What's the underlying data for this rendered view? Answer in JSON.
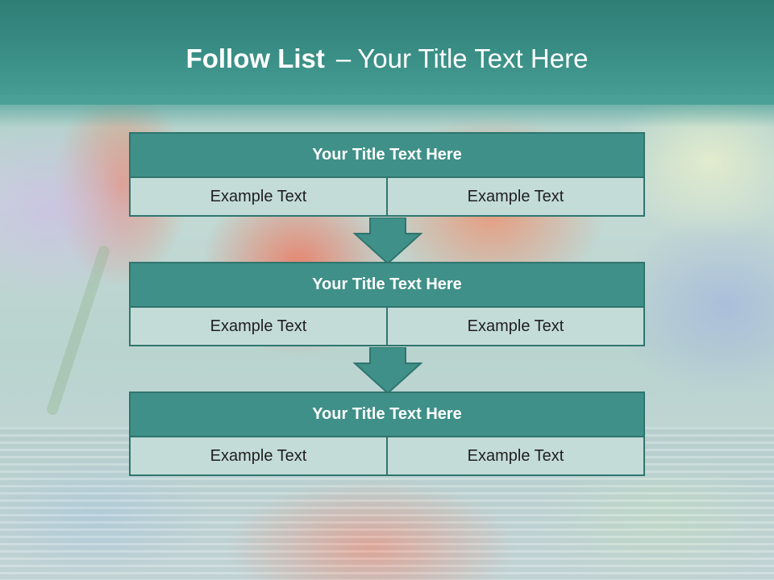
{
  "slide": {
    "title_bold": "Follow List",
    "title_separator": "–",
    "title_rest": "Your Title Text Here"
  },
  "blocks": [
    {
      "title": "Your Title Text Here",
      "cells": [
        "Example Text",
        "Example Text"
      ]
    },
    {
      "title": "Your Title Text Here",
      "cells": [
        "Example Text",
        "Example Text"
      ]
    },
    {
      "title": "Your Title Text Here",
      "cells": [
        "Example Text",
        "Example Text"
      ]
    }
  ],
  "colors": {
    "header": "#3a8f86",
    "block_title": "#3f9088",
    "block_border": "#2f756e",
    "cell": "#c4dcd8",
    "arrow": "#3f9088"
  },
  "icons": [
    "down-arrow-icon",
    "down-arrow-icon"
  ]
}
